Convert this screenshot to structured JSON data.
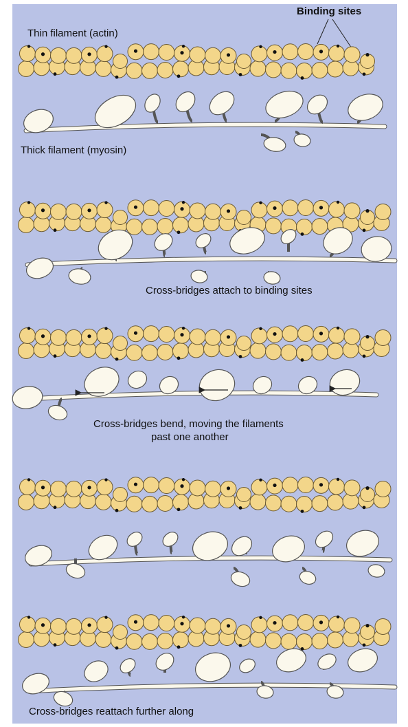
{
  "labels": {
    "binding_sites": "Binding sites",
    "thin_filament": "Thin filament (actin)",
    "thick_filament": "Thick filament (myosin)",
    "step2": "Cross-bridges attach to binding sites",
    "step3_line1": "Cross-bridges bend, moving the filaments",
    "step3_line2": "past one another",
    "step5": "Cross-bridges reattach further along"
  },
  "colors": {
    "background": "#b9c2e6",
    "actin_bead": "#f3d68a",
    "actin_stroke": "#6b5a33",
    "binding_site": "#111111",
    "myosin_head": "#fbf8ec",
    "myosin_stroke": "#555555"
  },
  "stages": [
    {
      "id": "resting",
      "heads": "detached"
    },
    {
      "id": "attach",
      "heads": "attached"
    },
    {
      "id": "power-stroke",
      "heads": "bent",
      "arrows": 3
    },
    {
      "id": "detach",
      "heads": "detached"
    },
    {
      "id": "reattach",
      "heads": "reattached"
    }
  ]
}
